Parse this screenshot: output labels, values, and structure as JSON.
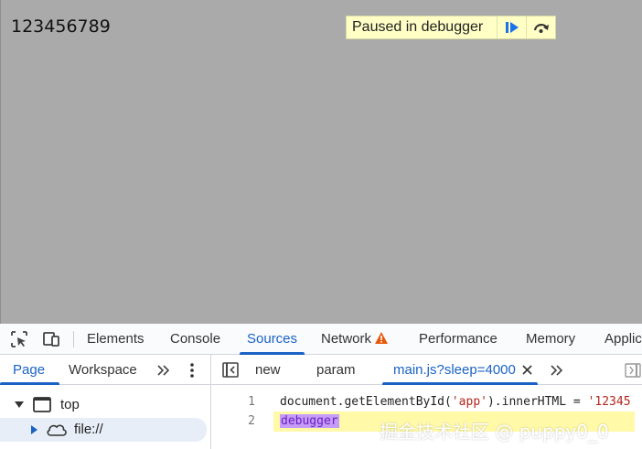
{
  "page": {
    "content_text": "123456789"
  },
  "paused_banner": {
    "label": "Paused in debugger",
    "resume_icon": "resume-icon",
    "step_over_icon": "step-over-icon"
  },
  "devtools": {
    "toolbar_icons": [
      "inspect-element-icon",
      "device-toolbar-icon"
    ],
    "tabs": [
      "Elements",
      "Console",
      "Sources",
      "Network",
      "Performance",
      "Memory",
      "Application"
    ],
    "active_tab": "Sources",
    "network_warning_color": "#e8590c",
    "sources": {
      "sidebar_tabs": [
        "Page",
        "Workspace"
      ],
      "active_sidebar_tab": "Page",
      "tree": [
        {
          "label": "top",
          "icon": "frame-icon",
          "expanded": true
        },
        {
          "label": "file://",
          "icon": "cloud-icon",
          "expanded": false
        }
      ],
      "file_tabs": [
        "new",
        "param",
        "main.js?sleep=4000"
      ],
      "active_file_tab": "main.js?sleep=4000",
      "code": [
        {
          "line": "1",
          "before": "document.getElementById(",
          "string1": "'app'",
          "middle": ").innerHTML = ",
          "string2": "'12345"
        },
        {
          "line": "2",
          "text": "debugger"
        }
      ]
    }
  },
  "watermark": "掘金技术社区 @ puppy0_0",
  "colors": {
    "accent": "#1a62c4",
    "banner": "#ffffc6",
    "viewport": "#aaaaaa",
    "highlight": "#fff9a8"
  }
}
